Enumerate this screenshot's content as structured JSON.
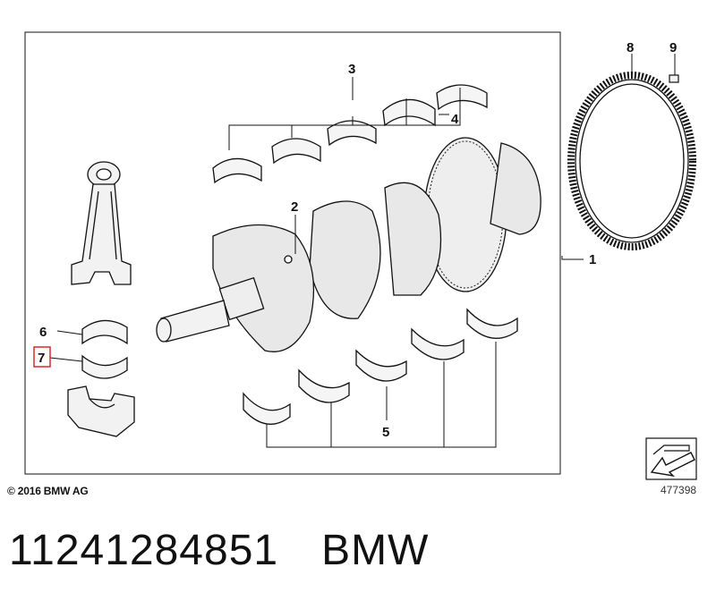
{
  "diagram": {
    "callouts": {
      "c1": "1",
      "c2": "2",
      "c3": "3",
      "c4": "4",
      "c5": "5",
      "c6": "6",
      "c7": "7",
      "c8": "8",
      "c9": "9"
    },
    "highlighted_callout": "7",
    "highlight_color": "#d62b2b",
    "line_color": "#111111"
  },
  "copyright": "© 2016 BMW AG",
  "diagram_id": "477398",
  "footer": {
    "part_number": "11241284851",
    "brand": "BMW"
  }
}
